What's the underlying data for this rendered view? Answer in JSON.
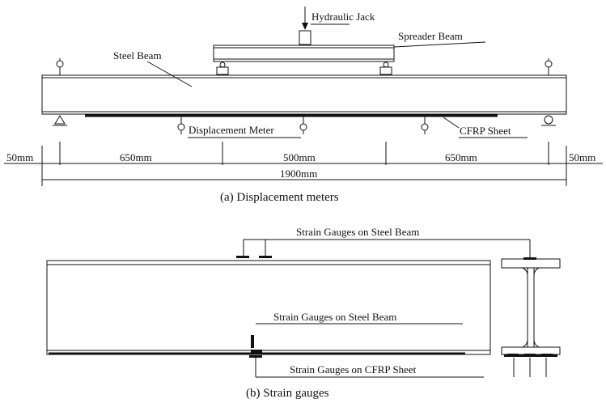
{
  "panel_a": {
    "labels": {
      "hydraulic_jack": "Hydraulic Jack",
      "spreader_beam": "Spreader Beam",
      "steel_beam": "Steel Beam",
      "displacement_meter": "Displacement Meter",
      "cfrp_sheet": "CFRP Sheet"
    },
    "dimensions": {
      "left_overhang": "50mm",
      "left_span": "650mm",
      "middle_span": "500mm",
      "right_span": "650mm",
      "right_overhang": "50mm",
      "total": "1900mm"
    },
    "caption": "(a) Displacement  meters"
  },
  "panel_b": {
    "labels": {
      "gauges_steel_top": "Strain Gauges on Steel Beam",
      "gauges_steel_bottom": "Strain Gauges on Steel Beam",
      "gauges_cfrp": "Strain Gauges on CFRP Sheet"
    },
    "caption": "(b) Strain gauges"
  }
}
